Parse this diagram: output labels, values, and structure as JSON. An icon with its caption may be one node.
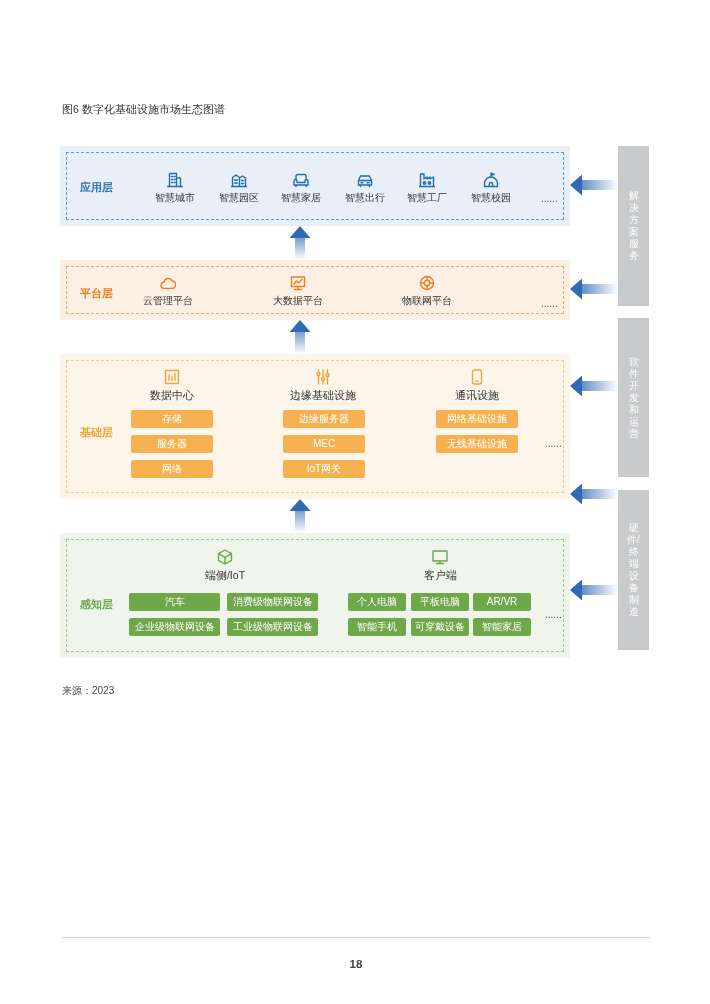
{
  "diagram": {
    "title": "图6 数字化基础设施市场生态图谱",
    "nodes": [
      {
        "text": [
          "应用层",
          "......"
        ]
      },
      {
        "text": [
          "智慧城市"
        ],
        "in": 0
      },
      {
        "text": [
          "智慧园区"
        ],
        "in": 0
      },
      {
        "text": [
          "智慧家居"
        ],
        "in": 0
      },
      {
        "text": [
          "智慧出行"
        ],
        "in": 0
      },
      {
        "text": [
          "智慧工厂"
        ],
        "in": 0
      },
      {
        "text": [
          "智慧校园"
        ],
        "in": 0
      },
      {
        "text": [
          "平台层",
          "......"
        ]
      },
      {
        "text": [
          "云管理平台"
        ],
        "in": 7
      },
      {
        "text": [
          "大数据平台"
        ],
        "in": 7
      },
      {
        "text": [
          "物联网平台"
        ],
        "in": 7
      },
      {
        "text": [
          "基础层",
          "......"
        ]
      },
      {
        "text": [
          "数据中心"
        ],
        "in": 11
      },
      {
        "text": [
          "存储"
        ],
        "in": 11
      },
      {
        "text": [
          "服务器"
        ],
        "in": 11
      },
      {
        "text": [
          "网络"
        ],
        "in": 11
      },
      {
        "text": [
          "边缘基础设施"
        ],
        "in": 11
      },
      {
        "text": [
          "边缘服务器"
        ],
        "in": 11
      },
      {
        "text": [
          "MEC"
        ],
        "in": 11
      },
      {
        "text": [
          "IoT网关"
        ],
        "in": 11
      },
      {
        "text": [
          "通讯设施"
        ],
        "in": 11
      },
      {
        "text": [
          "网络基础设施"
        ],
        "in": 11
      },
      {
        "text": [
          "无线基础设施"
        ],
        "in": 11
      },
      {
        "text": [
          "感知层",
          "......"
        ]
      },
      {
        "text": [
          "端侧/IoT"
        ],
        "in": 23
      },
      {
        "text": [
          "汽车"
        ],
        "in": 23
      },
      {
        "text": [
          "消费级物联网设备"
        ],
        "in": 23
      },
      {
        "text": [
          "企业级物联网设备"
        ],
        "in": 23
      },
      {
        "text": [
          "工业级物联网设备"
        ],
        "in": 23
      },
      {
        "text": [
          "客户端"
        ],
        "in": 23
      },
      {
        "text": [
          "个人电脑"
        ],
        "in": 23
      },
      {
        "text": [
          "平板电脑"
        ],
        "in": 23
      },
      {
        "text": [
          "AR/VR"
        ],
        "in": 23
      },
      {
        "text": [
          "智能手机"
        ],
        "in": 23
      },
      {
        "text": [
          "可穿戴设备"
        ],
        "in": 23
      },
      {
        "text": [
          "智能家居"
        ],
        "in": 23
      },
      {
        "text": [
          "解决方案服务"
        ]
      },
      {
        "text": [
          "软件开发和运营"
        ]
      },
      {
        "text": [
          "硬件/终端设备制造"
        ]
      }
    ],
    "edges": [
      {
        "from": 7,
        "to": 0,
        "arrow": "to"
      },
      {
        "from": 11,
        "to": 7,
        "arrow": "to"
      },
      {
        "from": 23,
        "to": 11,
        "arrow": "to"
      },
      {
        "from": 36,
        "to": 0,
        "arrow": "to"
      },
      {
        "from": 36,
        "to": 7,
        "arrow": "to"
      },
      {
        "from": 37,
        "to": 11,
        "arrow": "to"
      },
      {
        "from": 38,
        "to": 11,
        "arrow": "to"
      },
      {
        "from": 38,
        "to": 23,
        "arrow": "to"
      }
    ],
    "labels": [
      "来源：2023",
      "18"
    ]
  }
}
